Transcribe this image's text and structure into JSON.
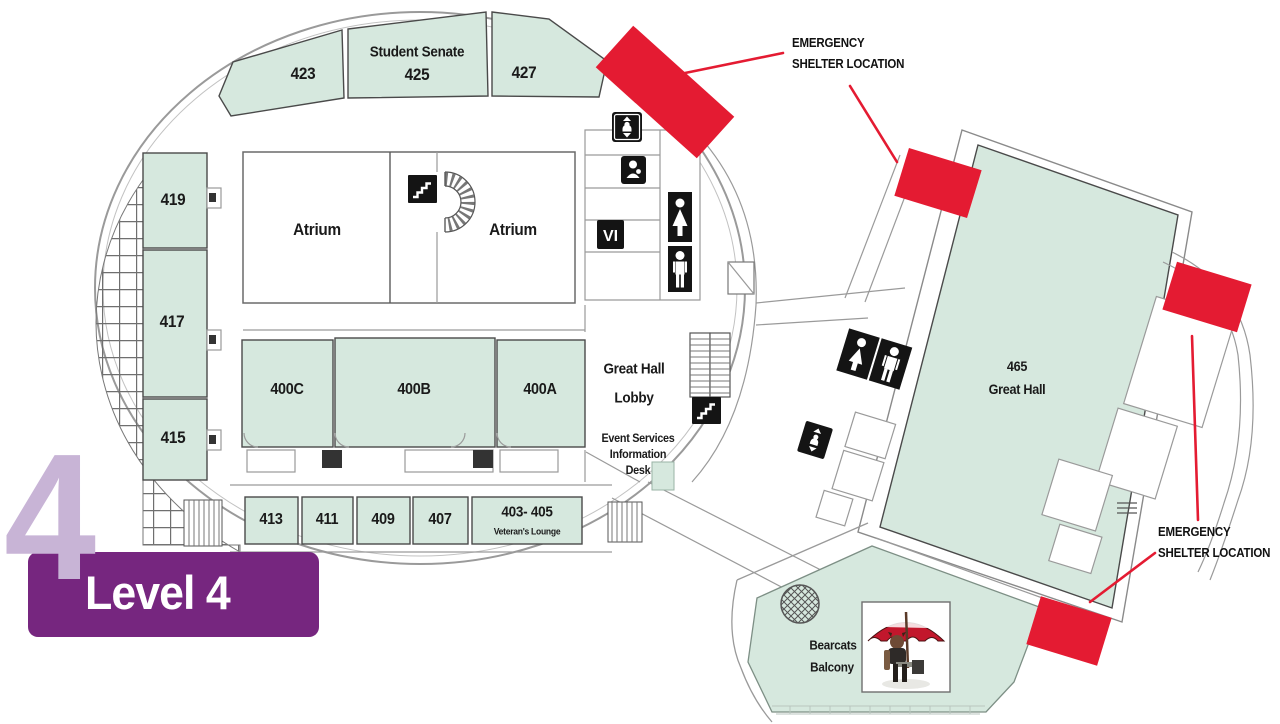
{
  "page": {
    "title": "Level 4 building floor plan"
  },
  "level_indicator": {
    "numeral": "4",
    "label": "Level 4"
  },
  "colors": {
    "room_green": "#d6e8de",
    "emergency_red": "#e41b32",
    "banner_purple": "#76267f",
    "numeral_lavender": "#c8b4d6",
    "wall_gray": "#8a8a8a"
  },
  "rooms": {
    "r423": "423",
    "r425_name": "Student Senate",
    "r425_num": "425",
    "r427": "427",
    "r419": "419",
    "r417": "417",
    "r415": "415",
    "r400c": "400C",
    "r400b": "400B",
    "r400a": "400A",
    "r413": "413",
    "r411": "411",
    "r409": "409",
    "r407": "407",
    "r403405": "403- 405",
    "r403405_sub": "Veteran's Lounge",
    "great_hall_num": "465",
    "great_hall_name": "Great Hall"
  },
  "areas": {
    "atrium_west": "Atrium",
    "atrium_east": "Atrium",
    "lobby_line1": "Great Hall",
    "lobby_line2": "Lobby",
    "event_services_line1": "Event Services",
    "event_services_line2": "Information",
    "event_services_line3": "Desk",
    "balcony_line1": "Bearcats",
    "balcony_line2": "Balcony"
  },
  "annotations": {
    "emergency_top_line1": "EMERGENCY",
    "emergency_top_line2": "SHELTER LOCATION",
    "emergency_bottom_line1": "EMERGENCY",
    "emergency_bottom_line2": "SHELTER LOCATION"
  },
  "icons": {
    "vi_label": "VI"
  }
}
